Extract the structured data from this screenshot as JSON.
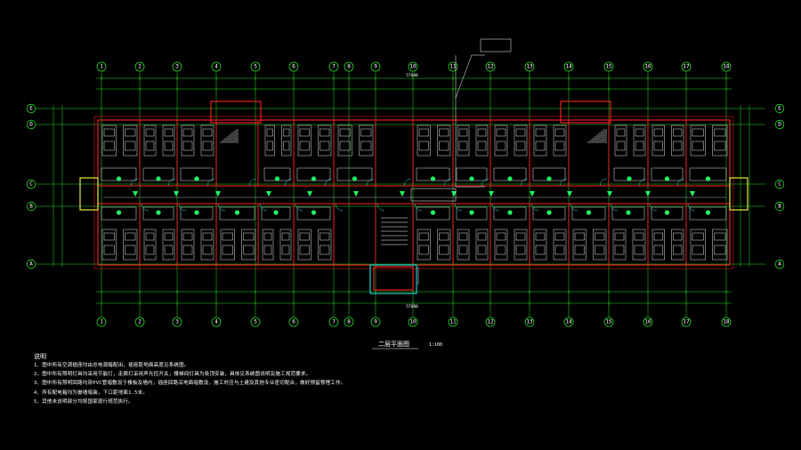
{
  "drawing": {
    "title": "二层平面图",
    "scale": "1:100",
    "total_width": "57600",
    "colors": {
      "background": "#000000",
      "wall": "#ff2222",
      "axis": "#22dd22",
      "fixture": "#ffffff",
      "lamp": "#22ff66",
      "wiring": "#ffffff",
      "cyan": "#22dddd",
      "yellow": "#ffff44"
    },
    "grid_columns": [
      "1",
      "2",
      "3",
      "4",
      "5",
      "6",
      "7",
      "8",
      "9",
      "10",
      "11",
      "12",
      "13",
      "14",
      "15",
      "16",
      "17",
      "18"
    ],
    "grid_rows": [
      "D",
      "C",
      "B",
      "A"
    ],
    "grid_rows_extra": [
      "E"
    ]
  },
  "notes": {
    "heading": "说明",
    "lines": [
      "1、图中所有空调插座均由总电源箱配出，插座距地面高度见系统图。",
      "2、图中所有照明灯具均采用节能灯，走廊灯采用声光控开关，楼梯间灯具为吸顶安装，具体见系统图说明及施工规范要求。",
      "3、图中所有照明回路均穿PVC管暗敷设于楼板及墙内，插座回路沿地面暗敷设，施工时应与土建及其他专业密切配合，做好预留预埋工作。",
      "4、所有配电箱均为嵌墙暗装，下口距地面1.5米。",
      "5、其他未说明部分均按国家现行规范执行。"
    ]
  }
}
